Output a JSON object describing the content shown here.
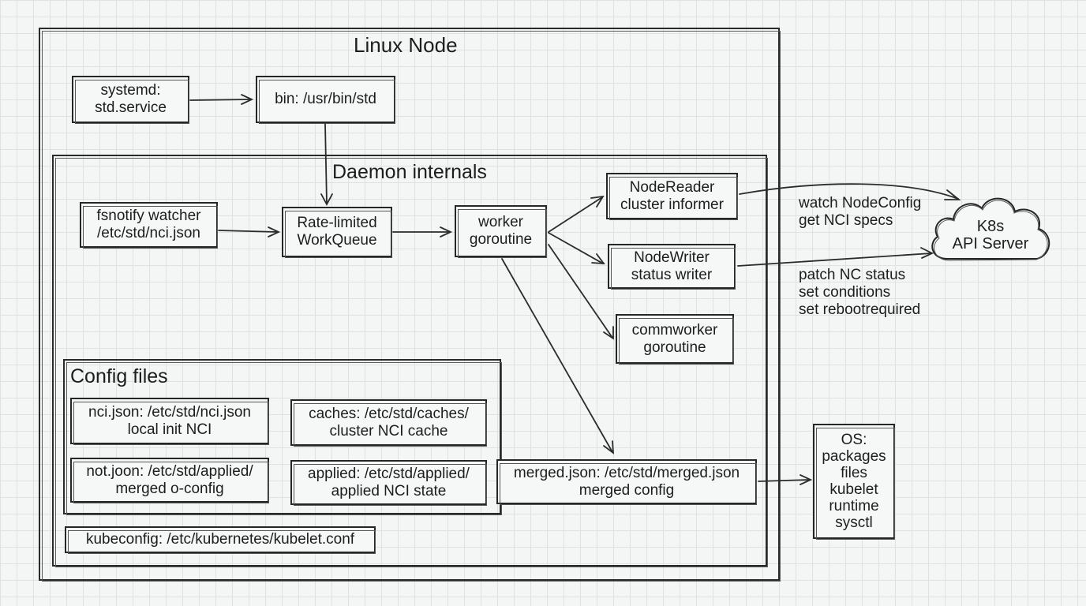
{
  "linux_node": {
    "title": "Linux Node"
  },
  "systemd": {
    "line1": "systemd:",
    "line2": "std.service"
  },
  "binary": {
    "label": "bin: /usr/bin/std"
  },
  "daemon": {
    "title": "Daemon internals"
  },
  "fsnotify": {
    "line1": "fsnotify watcher",
    "line2": "/etc/std/nci.json"
  },
  "workqueue": {
    "line1": "Rate-limited",
    "line2": "WorkQueue"
  },
  "worker": {
    "line1": "worker",
    "line2": "goroutine"
  },
  "node_reader": {
    "line1": "NodeReader",
    "line2": "cluster informer"
  },
  "node_writer": {
    "line1": "NodeWriter",
    "line2": "status writer"
  },
  "commworker": {
    "line1": "commworker",
    "line2": "goroutine"
  },
  "config_files": {
    "title": "Config files",
    "nci": {
      "line1": "nci.json: /etc/std/nci.json",
      "line2": "local init NCI"
    },
    "caches": {
      "line1": "caches: /etc/std/caches/",
      "line2": "cluster NCI cache"
    },
    "notjoon": {
      "line1": "not.joon: /etc/std/applied/",
      "line2": "merged o-config"
    },
    "applied": {
      "line1": "applied: /etc/std/applied/",
      "line2": "applied NCI state"
    }
  },
  "merged": {
    "line1": "merged.json: /etc/std/merged.json",
    "line2": "merged config"
  },
  "kubeconfig": {
    "label": "kubeconfig: /etc/kubernetes/kubelet.conf"
  },
  "k8s": {
    "line1": "K8s",
    "line2": "API Server"
  },
  "watch_note": {
    "line1": "watch NodeConfig",
    "line2": "get NCI specs"
  },
  "patch_note": {
    "line1": "patch NC status",
    "line2": "set conditions",
    "line3": "set rebootrequired"
  },
  "os": {
    "line1": "OS:",
    "line2": "packages",
    "line3": "files",
    "line4": "kubelet",
    "line5": "runtime",
    "line6": "sysctl"
  }
}
